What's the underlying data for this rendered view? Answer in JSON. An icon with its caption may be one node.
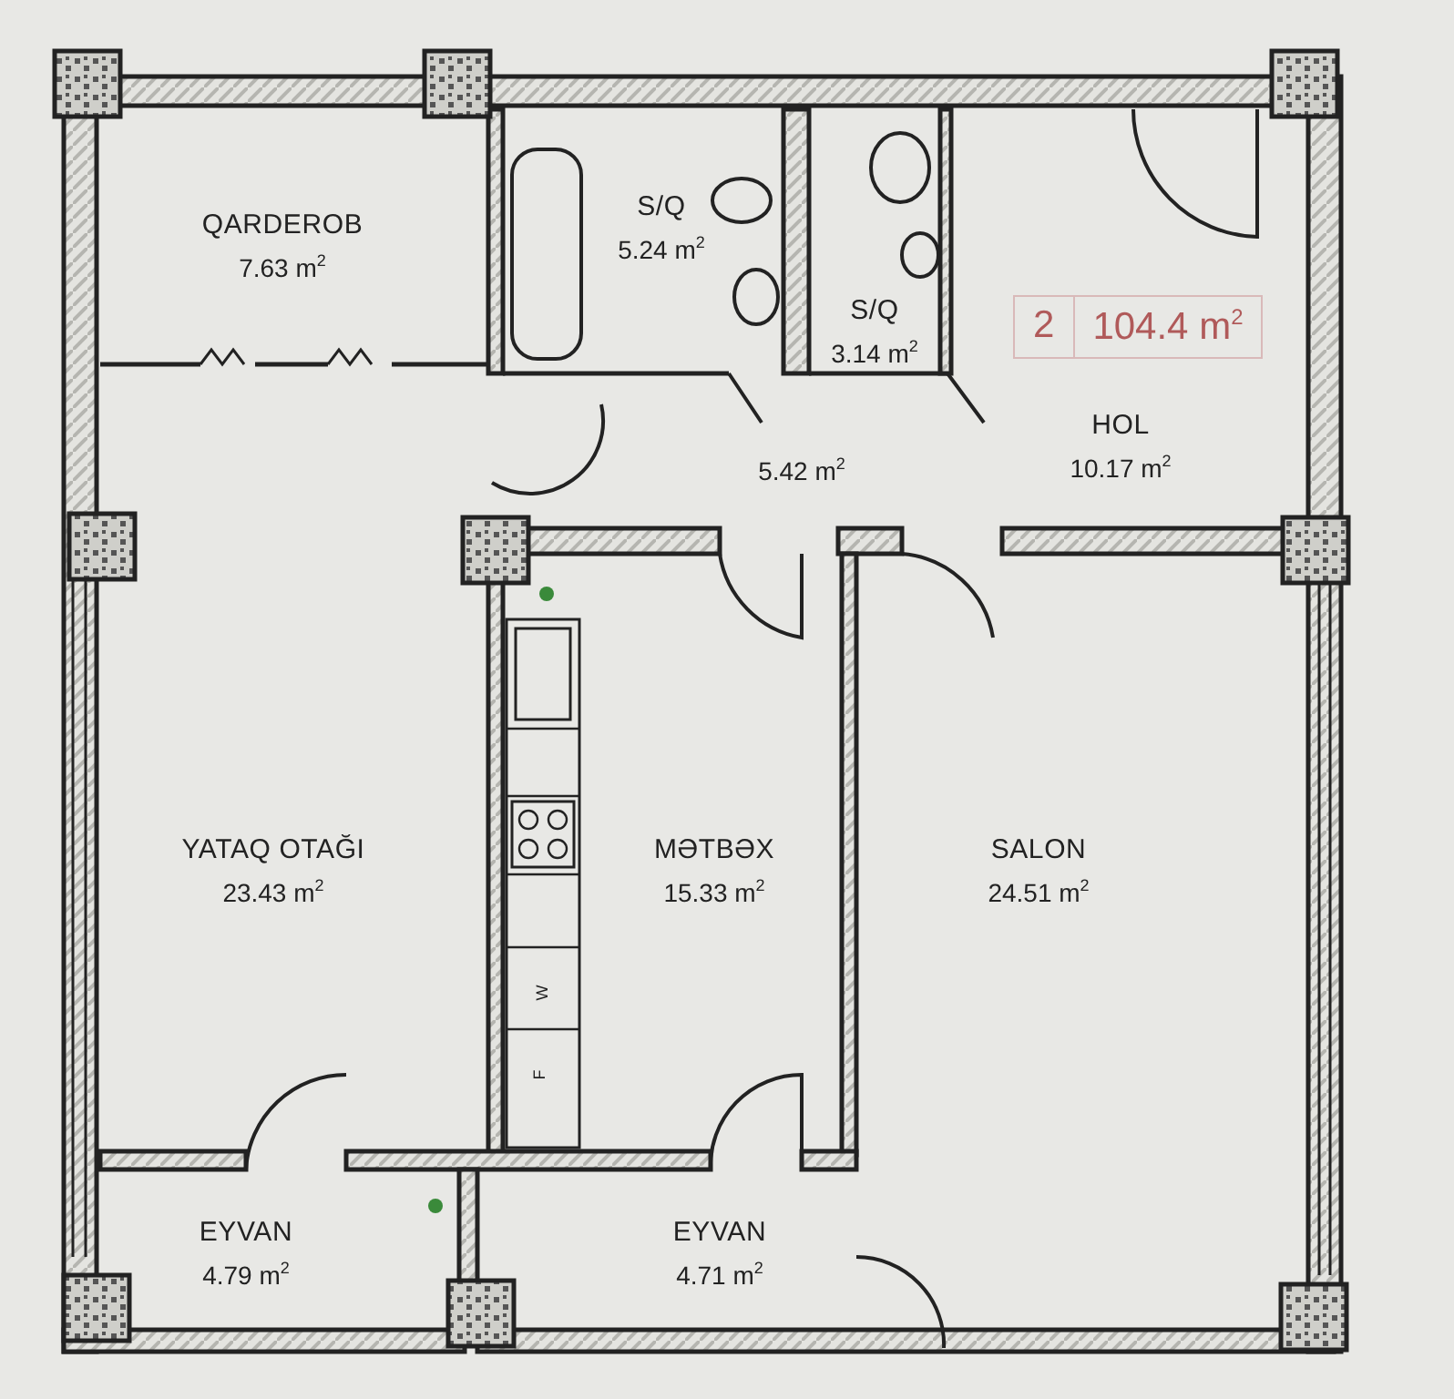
{
  "diagram": {
    "nodes": [
      {
        "text": [
          "QARDEROB",
          "7.63 m$^{2}$"
        ]
      },
      {
        "text": [
          "S/Q",
          "5.24 m$^{2}$"
        ]
      },
      {
        "text": [
          "S/Q",
          "3.14 m$^{2}$"
        ]
      },
      {
        "text": [
          "5.42 m$^{2}$"
        ]
      },
      {
        "text": [
          "HOL",
          "10.17 m$^{2}$"
        ]
      },
      {
        "text": [
          "YATAQ OTAĞI",
          "23.43 m$^{2}$"
        ]
      },
      {
        "text": [
          "MƏTBƏX",
          "15.33 m$^{2}$"
        ]
      },
      {
        "text": [
          "SALON",
          "24.51 m$^{2}$"
        ]
      },
      {
        "text": [
          "EYVAN",
          "4.79 m$^{2}$"
        ]
      },
      {
        "text": [
          "EYVAN",
          "4.71 m$^{2}$"
        ]
      }
    ],
    "edges": [],
    "labels": [
      "2",
      "104.4 m$^{2}$",
      "W",
      "F"
    ]
  }
}
